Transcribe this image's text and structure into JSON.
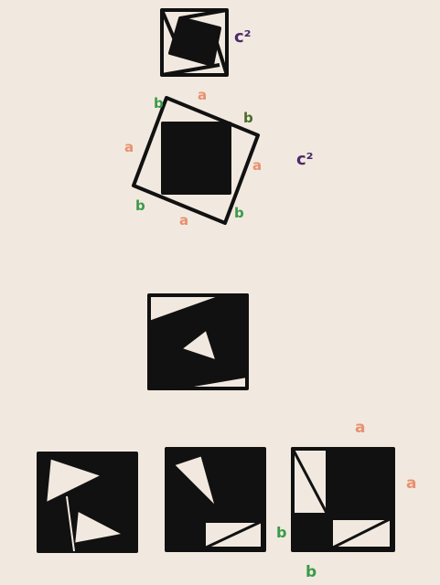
{
  "labels": {
    "c_squared": "c²",
    "a": "a",
    "b": "b"
  },
  "colors": {
    "background": "#f1e9df",
    "ink": "#111111",
    "label_a": "#e89070",
    "label_b": "#3a9a4a",
    "label_b_dark": "#4a6a2a",
    "label_c": "#4a2a6a"
  }
}
